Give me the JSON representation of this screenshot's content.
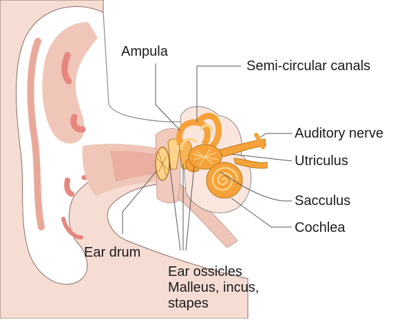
{
  "labels": {
    "ampula": "Ampula",
    "semicircular_canals": "Semi-circular canals",
    "auditory_nerve": "Auditory nerve",
    "utriculus": "Utriculus",
    "sacculus": "Sacculus",
    "cochlea": "Cochlea",
    "ear_drum": "Ear drum",
    "ossicles": [
      "Ear ossicles",
      "Malleus, incus,",
      "stapes"
    ]
  },
  "colors": {
    "skin_outer": "#f5ddd3",
    "skin_mid": "#efc6b8",
    "skin_deep": "#e9a99a",
    "cartilage_pink": "#e7867e",
    "bone_orange": "#f6a23a",
    "bone_light": "#fcd48c",
    "outline": "#6b6b6b"
  }
}
